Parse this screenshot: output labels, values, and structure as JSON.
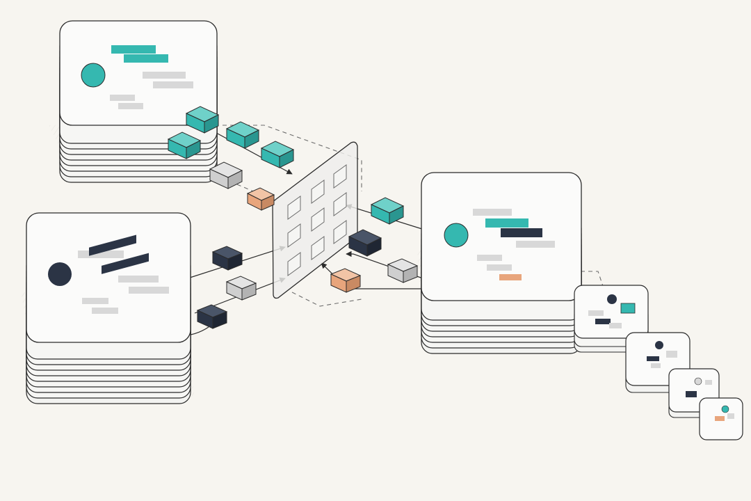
{
  "colors": {
    "background": "#f7f5f0",
    "card": "#fbfbfa",
    "ink": "#2b2b2b",
    "teal": "#35b8b0",
    "navy": "#2b3445",
    "gray": "#cfcfcf",
    "orange": "#e8a57c"
  },
  "nodes": [
    {
      "id": "stack-top-left",
      "accent": "teal"
    },
    {
      "id": "stack-bottom-left",
      "accent": "navy"
    },
    {
      "id": "stack-right",
      "accent": "teal"
    },
    {
      "id": "mini-card-1",
      "accent": "teal"
    },
    {
      "id": "mini-card-2",
      "accent": "navy"
    },
    {
      "id": "mini-card-3",
      "accent": "gray"
    },
    {
      "id": "mini-card-4",
      "accent": "orange"
    }
  ],
  "central_grid": {
    "rows": 3,
    "cols": 3
  },
  "packets": [
    {
      "color": "teal",
      "direction": "to-hub"
    },
    {
      "color": "teal",
      "direction": "to-hub"
    },
    {
      "color": "teal",
      "direction": "to-hub"
    },
    {
      "color": "teal",
      "direction": "to-hub"
    },
    {
      "color": "gray",
      "direction": "to-hub"
    },
    {
      "color": "orange",
      "direction": "to-hub"
    },
    {
      "color": "navy",
      "direction": "from-hub"
    },
    {
      "color": "gray",
      "direction": "from-hub"
    },
    {
      "color": "navy",
      "direction": "from-hub"
    },
    {
      "color": "teal",
      "direction": "from-hub"
    },
    {
      "color": "navy",
      "direction": "from-hub"
    },
    {
      "color": "gray",
      "direction": "from-hub"
    },
    {
      "color": "orange",
      "direction": "from-hub"
    }
  ]
}
